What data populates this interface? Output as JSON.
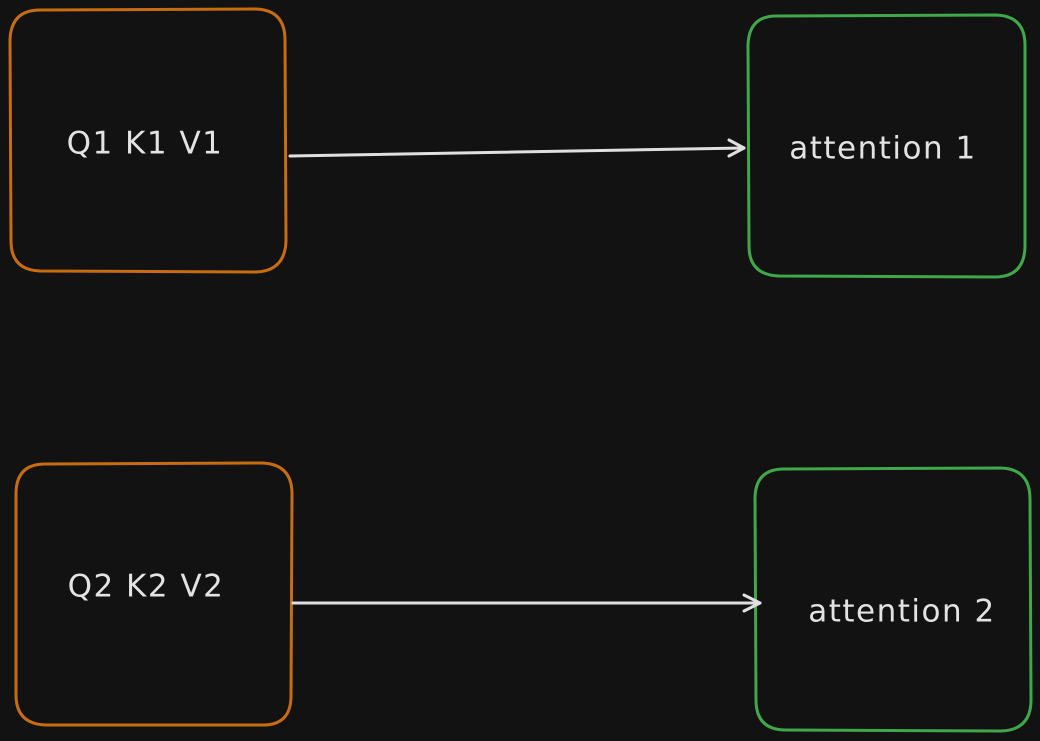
{
  "colors": {
    "background": "#121212",
    "input_stroke": "#c86d0f",
    "output_stroke": "#3fa84b",
    "arrow": "#e0e0e0",
    "text": "#e3e3e3"
  },
  "nodes": {
    "qkv1": {
      "label": "Q1 K1 V1"
    },
    "attn1": {
      "label": "attention 1"
    },
    "qkv2": {
      "label": "Q2 K2 V2"
    },
    "attn2": {
      "label": "attention 2"
    }
  },
  "edges": [
    {
      "from": "qkv1",
      "to": "attn1"
    },
    {
      "from": "qkv2",
      "to": "attn2"
    }
  ]
}
